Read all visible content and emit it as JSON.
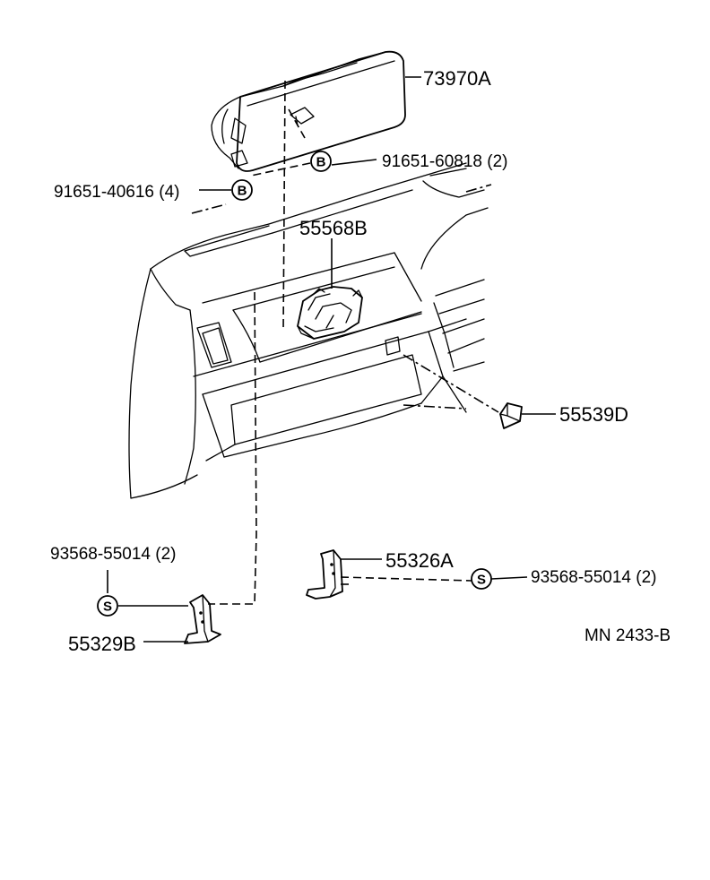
{
  "parts": {
    "glove_box_door": "73970A",
    "glove_box_housing": "55568B",
    "striker": "55539D",
    "bracket_right": "55326A",
    "bracket_left": "55329B"
  },
  "fasteners": {
    "bolt_b_left": {
      "code": "B",
      "label": "91651-40616 (4)"
    },
    "bolt_b_right": {
      "code": "B",
      "label": "91651-60818 (2)"
    },
    "screw_s_left": {
      "code": "S",
      "label": "93568-55014 (2)"
    },
    "screw_s_right": {
      "code": "S",
      "label": "93568-55014 (2)"
    }
  },
  "drawing_code": "MN 2433-B"
}
